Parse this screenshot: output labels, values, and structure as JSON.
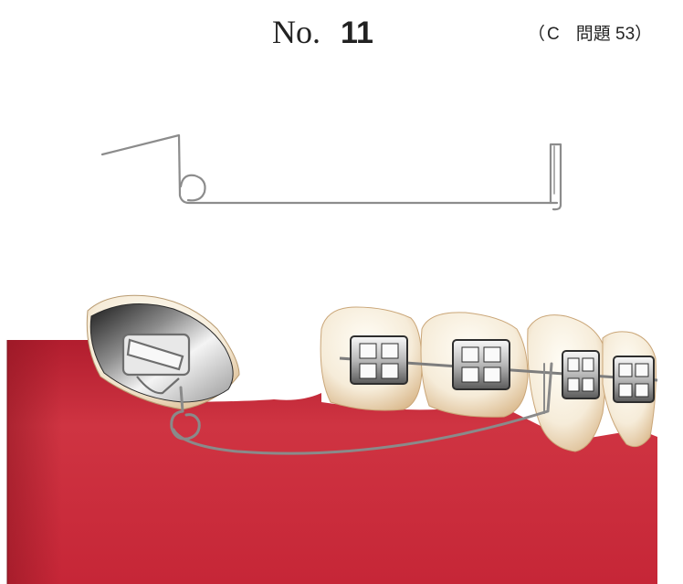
{
  "header": {
    "number_prefix": "No.",
    "number_value": "11",
    "ref_open": "（",
    "ref_letter": "C",
    "ref_question": "問題 53）"
  },
  "figure": {
    "parts": [
      "wire-appliance",
      "molar-band-with-tube",
      "bracket-1",
      "bracket-2",
      "bracket-3",
      "bracket-4",
      "gingiva"
    ],
    "colors": {
      "gum": "#c8283a",
      "gum_dark": "#8a1420",
      "tooth": "#f7f0e2",
      "tooth_shadow": "#c9a877",
      "metal_light": "#f2f2f2",
      "metal_dark": "#3a3a3a",
      "wire": "#8c8c8c"
    }
  }
}
